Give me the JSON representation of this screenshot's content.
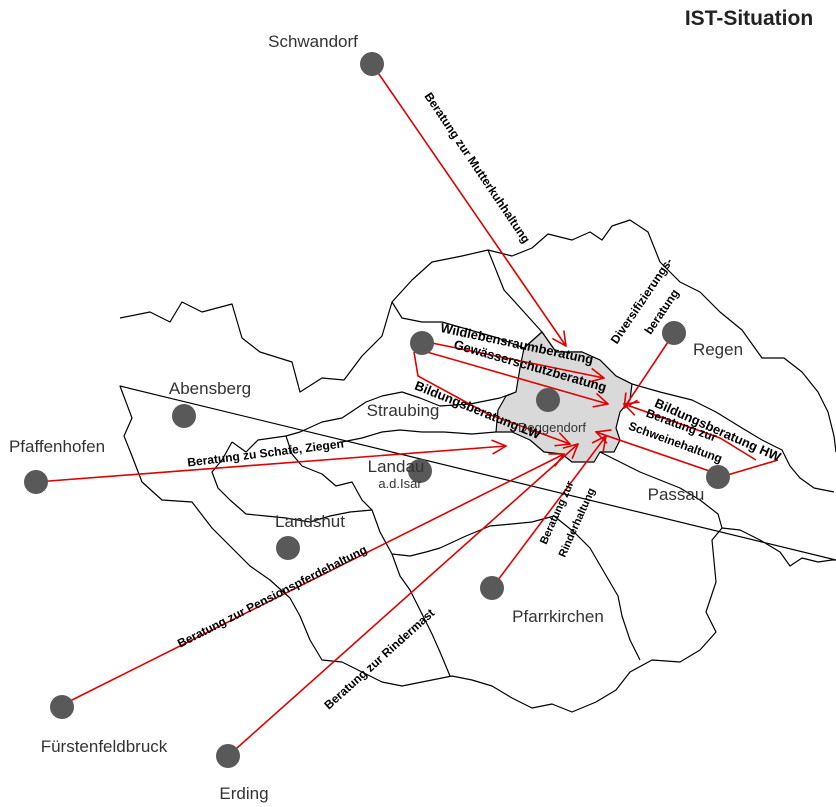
{
  "title": "IST-Situation",
  "colors": {
    "arrow": "#e00000",
    "node": "#595959",
    "hub_fill": "#d9d9d9",
    "border": "#000000"
  },
  "places": {
    "schwandorf": "Schwandorf",
    "regen": "Regen",
    "abensberg": "Abensberg",
    "straubing": "Straubing",
    "deggendorf": "Deggendorf",
    "pfaffenhofen": "Pfaffenhofen",
    "landau": "Landau",
    "landau_sub": "a.d.Isar",
    "landshut": "Landshut",
    "passau": "Passau",
    "pfarrkirchen": "Pfarrkirchen",
    "fuerstenfeldbruck": "Fürstenfeldbruck",
    "erding": "Erding"
  },
  "flows": {
    "mutterkuh": "Beratung zur Mutterkuhhaltung",
    "diversifizierung_1": "Diversifizierungs-",
    "diversifizierung_2": "beratung",
    "wildlebensraum": "Wildlebensraumberatung",
    "gewaesserschutz": "Gewässerschutzberatung",
    "bildung_lw": "Bildungsberatung LW",
    "bildung_hw": "Bildungsberatung HW",
    "schwein_1": "Beratung zur",
    "schwein_2": "Schweinehaltung",
    "schafe": "Beratung zu Schafe, Ziegen",
    "pensionspferd": "Beratung zur Pensionspferdehaltung",
    "rindermast": "Beratung zur Rindermast",
    "rinderhaltung_1": "Beratung zur",
    "rinderhaltung_2": "Rinderhaltung"
  }
}
